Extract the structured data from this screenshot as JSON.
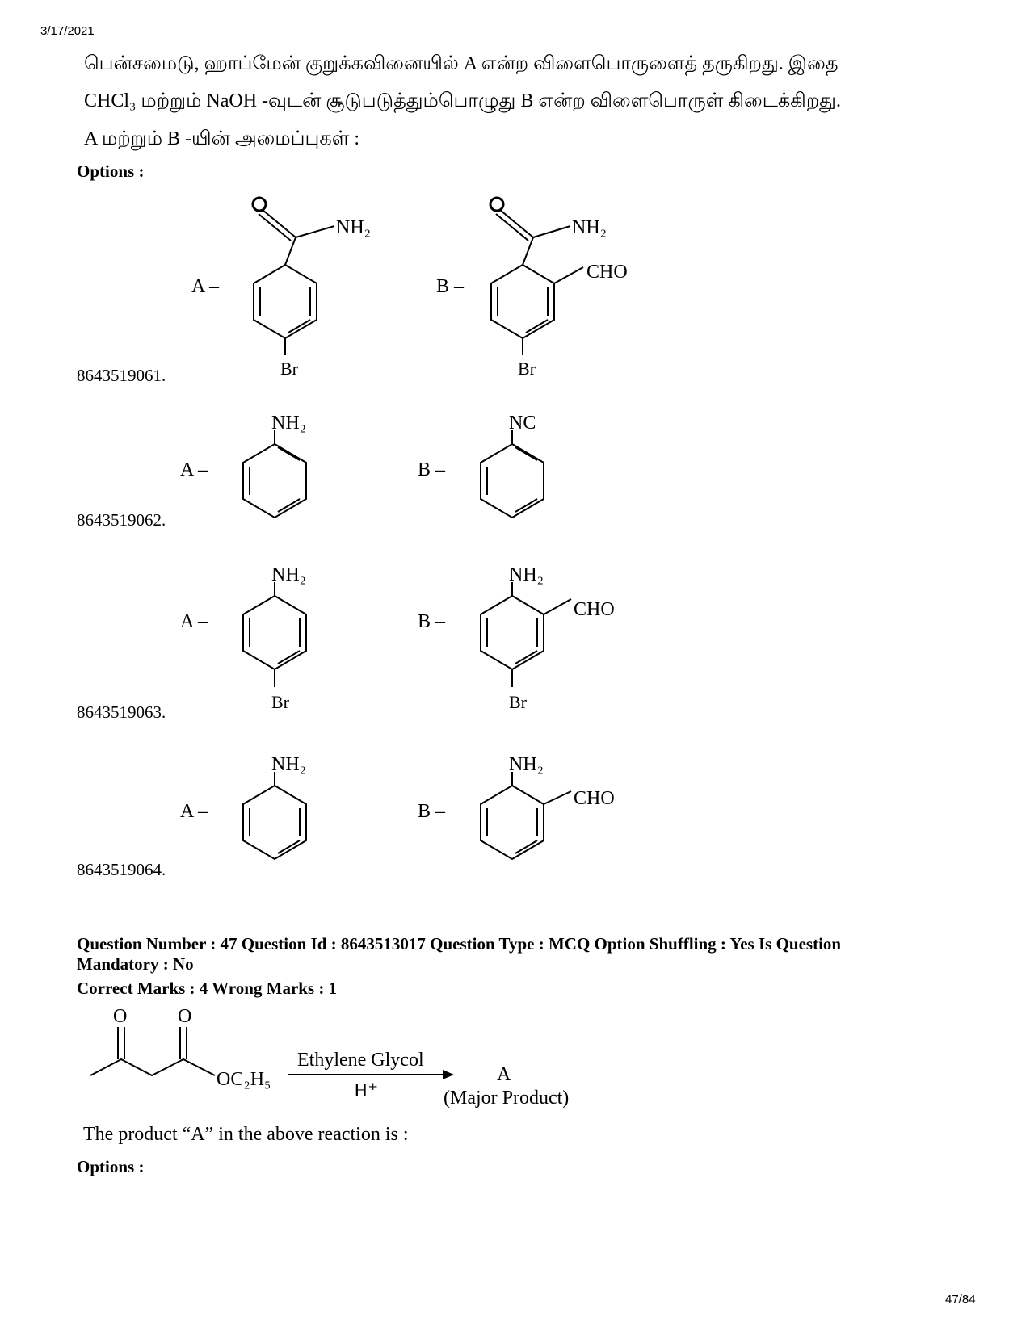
{
  "header": {
    "date": "3/17/2021"
  },
  "q46": {
    "line1": "பென்சமைடு, ஹாப்மேன் குறுக்கவினையில் A என்ற விளைபொருளைத் தருகிறது. இதை",
    "line2": "CHCl₃ மற்றும் NaOH -வுடன் சூடுபடுத்தும்பொழுது B என்ற விளைபொருள் கிடைக்கிறது.",
    "line3": "A மற்றும் B -யின் அமைப்புகள் :",
    "options_label": "Options :",
    "options": [
      {
        "id": "8643519061.",
        "a_label": "A –",
        "b_label": "B –",
        "a_sub_top": "NH₂",
        "b_sub_top": "NH₂",
        "b_sub_side": "CHO",
        "a_sub_bottom": "Br",
        "b_sub_bottom": "Br"
      },
      {
        "id": "8643519062.",
        "a_label": "A –",
        "b_label": "B –",
        "a_sub_top": "NH₂",
        "b_sub_top": "NC"
      },
      {
        "id": "8643519063.",
        "a_label": "A –",
        "b_label": "B –",
        "a_sub_top": "NH₂",
        "b_sub_top": "NH₂",
        "b_sub_side": "CHO",
        "a_sub_bottom": "Br",
        "b_sub_bottom": "Br"
      },
      {
        "id": "8643519064.",
        "a_label": "A –",
        "b_label": "B –",
        "a_sub_top": "NH₂",
        "b_sub_top": "NH₂",
        "b_sub_side": "CHO"
      }
    ]
  },
  "q47": {
    "meta_line1": "Question Number : 47 Question Id : 8643513017 Question Type : MCQ Option Shuffling : Yes Is Question",
    "meta_line2": "Mandatory : No",
    "marks": "Correct Marks : 4 Wrong Marks : 1",
    "reaction": {
      "o1": "O",
      "o2": "O",
      "ester": "OC₂H₅",
      "reagent_top": "Ethylene Glycol",
      "reagent_bottom": "H⁺",
      "product": "A",
      "product_note": "(Major Product)"
    },
    "question": "The product “A” in the above reaction is :",
    "options_label": "Options :"
  },
  "footer": {
    "page": "47/84"
  }
}
